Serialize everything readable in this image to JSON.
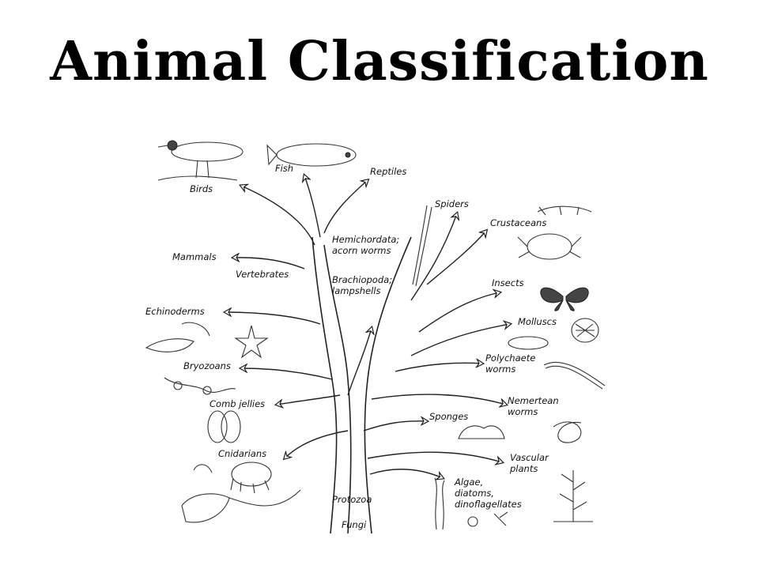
{
  "title": "Animal Classification",
  "labels": {
    "birds": "Birds",
    "fish": "Fish",
    "reptiles": "Reptiles",
    "spiders": "Spiders",
    "crustaceans": "Crustaceans",
    "hemichordata_1": "Hemichordata;",
    "hemichordata_2": "acorn worms",
    "mammals": "Mammals",
    "vertebrates": "Vertebrates",
    "brachiopoda_1": "Brachiopoda;",
    "brachiopoda_2": "lampshells",
    "insects": "Insects",
    "echinoderms": "Echinoderms",
    "molluscs": "Molluscs",
    "polychaete_1": "Polychaete",
    "polychaete_2": "worms",
    "bryozoans": "Bryozoans",
    "nemertean_1": "Nemertean",
    "nemertean_2": "worms",
    "comb_jellies": "Comb jellies",
    "sponges": "Sponges",
    "cnidarians": "Cnidarians",
    "vascular_1": "Vascular",
    "vascular_2": "plants",
    "algae_1": "Algae,",
    "algae_2": "diatoms,",
    "algae_3": "dinoflagellates",
    "protozoa": "Protozoa",
    "fungi": "Fungi"
  }
}
